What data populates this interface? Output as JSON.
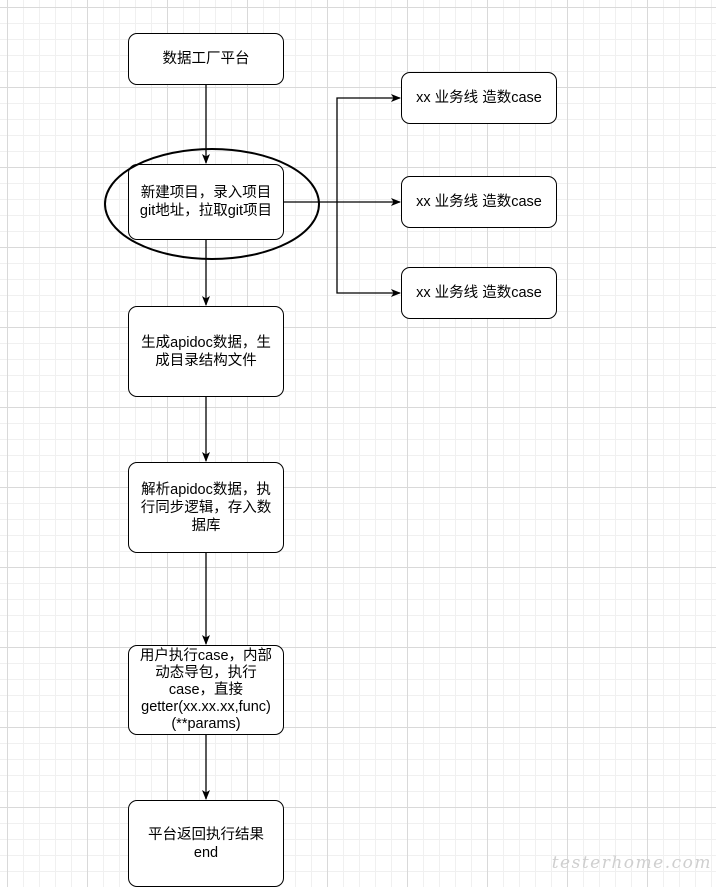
{
  "flowchart": {
    "nodes": {
      "platform": "数据工厂平台",
      "create_project": "新建项目，录入项目\ngit地址，拉取git项目",
      "generate_apidoc": "生成apidoc数据，生\n成目录结构文件",
      "parse_apidoc": "解析apidoc数据，执\n行同步逻辑，存入数\n据库",
      "user_exec": "用户执行case，内部\n动态导包，执行\ncase，直接\ngetter(xx.xx.xx,func)\n(**params)",
      "result": "平台返回执行结果\nend",
      "business_line_1": "xx 业务线 造数case",
      "business_line_2": "xx 业务线 造数case",
      "business_line_3": "xx 业务线 造数case"
    }
  },
  "watermark": "testerhome.com"
}
